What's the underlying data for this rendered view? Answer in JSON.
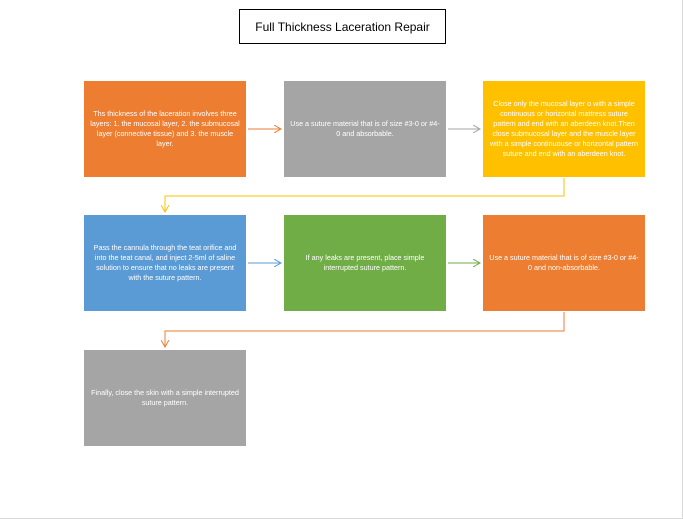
{
  "title": "Full Thickness Laceration Repair",
  "colors": {
    "orange": "#ED7D31",
    "gray": "#A5A5A5",
    "gold": "#FFC000",
    "blue": "#5B9BD5",
    "green": "#70AD47",
    "arrow_orange": "#ED7D31",
    "arrow_gray": "#A5A5A5",
    "arrow_gold": "#FFC000",
    "arrow_blue": "#5B9BD5",
    "arrow_green": "#70AD47"
  },
  "steps": [
    {
      "id": "step-1",
      "color": "orange",
      "text": "Ths thickness of the laceration involves three layers: 1. the mucosal layer, 2. the submucosal layer (connective tissue) and 3. the muscle layer."
    },
    {
      "id": "step-2",
      "color": "gray",
      "text": "Use a suture material that is of size #3-0 or #4-0 and absorbable."
    },
    {
      "id": "step-3",
      "color": "gold",
      "text": "Close only the mucosal layer o with a simple continuous or horizontal mattress suture pattern and end with an aberdeen knot.Then close submucosal layer and the muscle layer with a simple continuouse or horizontal pattern suture and end with an aberdeen knot."
    },
    {
      "id": "step-4",
      "color": "blue",
      "text": "Pass the cannula through the teat orifice and into the teat canal, and inject 2-5ml of saline solution to ensure that no leaks are present with the suture pattern."
    },
    {
      "id": "step-5",
      "color": "green",
      "text": "If any leaks are present, place simple interrupted suture pattern."
    },
    {
      "id": "step-6",
      "color": "orange",
      "text": "Use a suture material that is of size #3-0 or #4-0 and non-absorbable."
    },
    {
      "id": "step-7",
      "color": "gray",
      "text": "Finally, close the skin with a simple interrupted suture pattern."
    }
  ]
}
